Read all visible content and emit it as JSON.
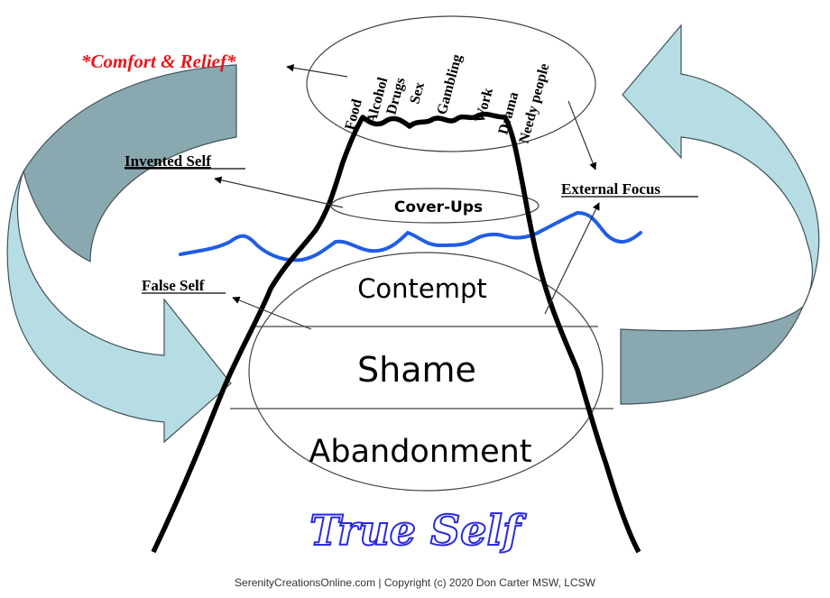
{
  "comfort": {
    "label": "*Comfort & Relief*",
    "color": "#e8141b"
  },
  "addictions": [
    {
      "id": "food",
      "label": "Food"
    },
    {
      "id": "alcohol",
      "label": "Alcohol"
    },
    {
      "id": "drugs",
      "label": "Drugs"
    },
    {
      "id": "sex",
      "label": "Sex"
    },
    {
      "id": "gambling",
      "label": "Gambling"
    },
    {
      "id": "work",
      "label": "Work"
    },
    {
      "id": "drama",
      "label": "Drama"
    },
    {
      "id": "needy",
      "label": "Needy people"
    }
  ],
  "labels": {
    "invented_self": "Invented Self",
    "cover_ups": "Cover-Ups",
    "external_focus": "External Focus",
    "false_self": "False Self",
    "contempt": "Contempt",
    "shame": "Shame",
    "abandonment": "Abandonment",
    "true_self": "True Self"
  },
  "colors": {
    "true_self": "#2a2adf",
    "water_line": "#1f5de6",
    "arrow_fill": "#b6dde4",
    "arrow_shade": "#8aa8b0"
  },
  "footer": "SerenityCreationsOnline.com | Copyright (c) 2020 Don Carter MSW, LCSW"
}
